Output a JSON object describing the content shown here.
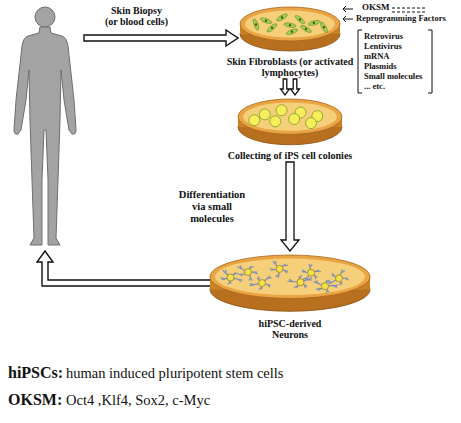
{
  "diagram": {
    "nodes": [
      {
        "text": [
          "Skin Fibroblasts (or activated lymphocytes)"
        ]
      },
      {
        "text": [
          "Collecting of iPS cell colonies"
        ]
      },
      {
        "text": [
          "hiPSC-derived Neurons"
        ]
      }
    ],
    "edges": [
      {
        "from": 0,
        "to": 1,
        "arrow": "to"
      },
      {
        "from": 1,
        "to": 2,
        "label": "Differentiation via small molecules",
        "arrow": "to"
      }
    ],
    "labels": [
      "Skin Biopsy (or blood cells)",
      "OKSM",
      "Reprogramming Factors",
      "Retrovirus",
      "Lentivirus",
      "mRNA",
      "Plasmids",
      "Small molecules",
      "... etc.",
      "hiPSCs:",
      "human induced pluripotent stem cells",
      "OKSM:",
      "Oct4 ,Klf4, Sox2, c-Myc"
    ]
  }
}
